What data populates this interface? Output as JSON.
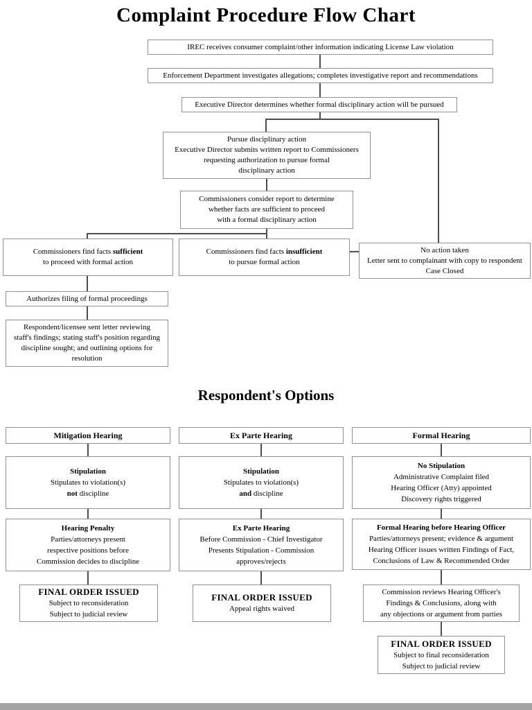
{
  "titles": {
    "main": "Complaint Procedure Flow Chart",
    "options": "Respondent's Options"
  },
  "flow": {
    "irec": "IREC receives consumer complaint/other information indicating License Law violation",
    "enforcement": "Enforcement Department investigates allegations; completes investigative report and recommendations",
    "director": "Executive Director determines whether formal disciplinary action will be pursued",
    "pursue": [
      "Pursue disciplinary action",
      "Executive Director submits written report to Commissioners",
      "requesting authorization to pursue formal",
      "disciplinary action"
    ],
    "consider": [
      "Commissioners consider report to determine",
      "whether facts are sufficient to proceed",
      "with a formal disciplinary action"
    ],
    "sufficient": {
      "pre": "Commissioners find facts ",
      "bold": "sufficient",
      "line2": "to proceed with formal action"
    },
    "insufficient": {
      "pre": "Commissioners find facts ",
      "bold": "insufficient",
      "line2": "to pursue formal action"
    },
    "no_action": [
      "No action taken",
      "Letter sent to complainant with copy to respondent",
      "Case Closed"
    ],
    "authorizes": "Authorizes filing of formal proceedings",
    "letter": [
      "Respondent/licensee sent letter reviewing",
      "staff's findings; stating staff's position regarding",
      "discipline sought; and outlining options for",
      "resolution"
    ]
  },
  "options": {
    "mitigation": {
      "header": "Mitigation Hearing",
      "stipulation": {
        "title": "Stipulation",
        "line2": "Stipulates to violation(s)",
        "bold3": "not",
        "rest3": " discipline"
      },
      "hearing": {
        "title": "Hearing Penalty",
        "lines": [
          "Parties/attorneys present",
          "respective positions before",
          "Commission decides to discipline"
        ]
      },
      "final": {
        "title": "FINAL ORDER ISSUED",
        "lines": [
          "Subject to reconsideration",
          "Subject to judicial review"
        ]
      }
    },
    "ex_parte": {
      "header": "Ex Parte Hearing",
      "stipulation": {
        "title": "Stipulation",
        "line2": "Stipulates to violation(s)",
        "bold3": "and",
        "rest3": " discipline"
      },
      "hearing": {
        "title": "Ex Parte Hearing",
        "lines": [
          "Before Commission - Chief Investigator",
          "Presents Stipulation - Commission",
          "approves/rejects"
        ]
      },
      "final": {
        "title": "FINAL ORDER ISSUED",
        "lines": [
          "Appeal rights waived"
        ]
      }
    },
    "formal": {
      "header": "Formal Hearing",
      "stipulation": {
        "title": "No Stipulation",
        "lines": [
          "Administrative Complaint filed",
          "Hearing Officer (Atty) appointed",
          "Discovery rights triggered"
        ]
      },
      "hearing": {
        "title": "Formal Hearing before Hearing Officer",
        "lines": [
          "Parties/attorneys present; evidence & argument",
          "Hearing Officer issues written Findings of Fact,",
          "Conclusions of Law & Recommended Order"
        ]
      },
      "review": [
        "Commission reviews Hearing Officer's",
        "Findings & Conclusions, along with",
        "any objections or argument from parties"
      ],
      "final": {
        "title": "FINAL ORDER ISSUED",
        "lines": [
          "Subject to final reconsideration",
          "Subject to judicial review"
        ]
      }
    }
  }
}
